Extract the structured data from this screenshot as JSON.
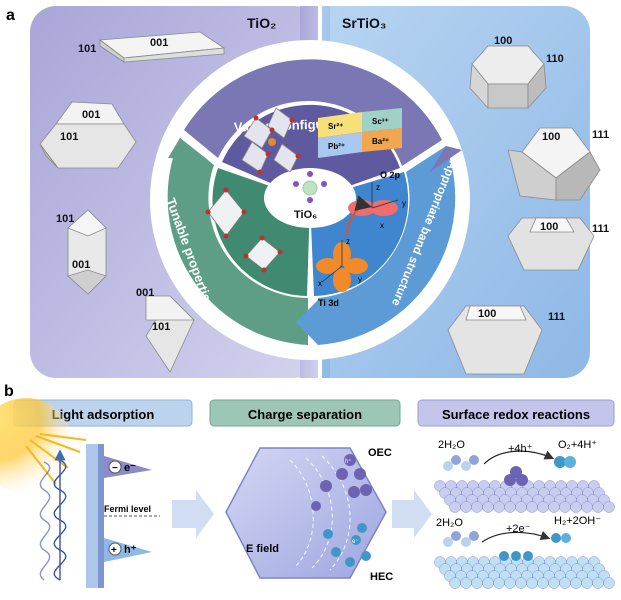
{
  "panel_a": {
    "label": "a",
    "left_title": "TiO₂",
    "right_title": "SrTiO₃",
    "center_label": "TiO₆",
    "ring_configurations": "Varied configurations",
    "ring_properties": "Tunable properties",
    "ring_band": "Appropriate band structure",
    "cations": [
      "Sr²⁺",
      "Sc³⁺",
      "Pb²⁺",
      "Ba²⁺"
    ],
    "orbital_labels": {
      "o2p": "O 2p",
      "ti3d": "Ti 3d",
      "z": "z",
      "x": "x",
      "y": "y"
    },
    "tio2_facets": [
      "001",
      "101",
      "101",
      "001",
      "101",
      "001",
      "001",
      "101"
    ],
    "srtio3_facets": [
      "100",
      "110",
      "100",
      "111",
      "100",
      "111",
      "100",
      "111"
    ]
  },
  "panel_b": {
    "label": "b",
    "box1": "Light adsorption",
    "box2": "Charge separation",
    "box3": "Surface redox reactions",
    "electron": "e⁻",
    "hole": "h⁺",
    "fermi": "Fermi level",
    "efield": "E field",
    "oec": "OEC",
    "hec": "HEC",
    "reactant_top": "2H₂O",
    "arrow_top": "+4h⁺",
    "product_top": "O₂+4H⁺",
    "reactant_bottom": "2H₂O",
    "arrow_bottom": "+2e⁻",
    "product_bottom": "H₂+2OH⁻",
    "hole_short": "h⁺",
    "electron_short": "e⁻"
  },
  "colors": {
    "left_bg": "#b9b6de",
    "right_bg": "#9fc3ea",
    "ring_purple": "#7b77b4",
    "ring_green": "#5e9e87",
    "ring_blue": "#5d9bd6",
    "box_blue": "#bcd3ee",
    "box_green": "#9dc6b6",
    "box_lilac": "#c3c5ea",
    "hole_purple": "#6d63b3",
    "electron_blue": "#3e97c8"
  }
}
